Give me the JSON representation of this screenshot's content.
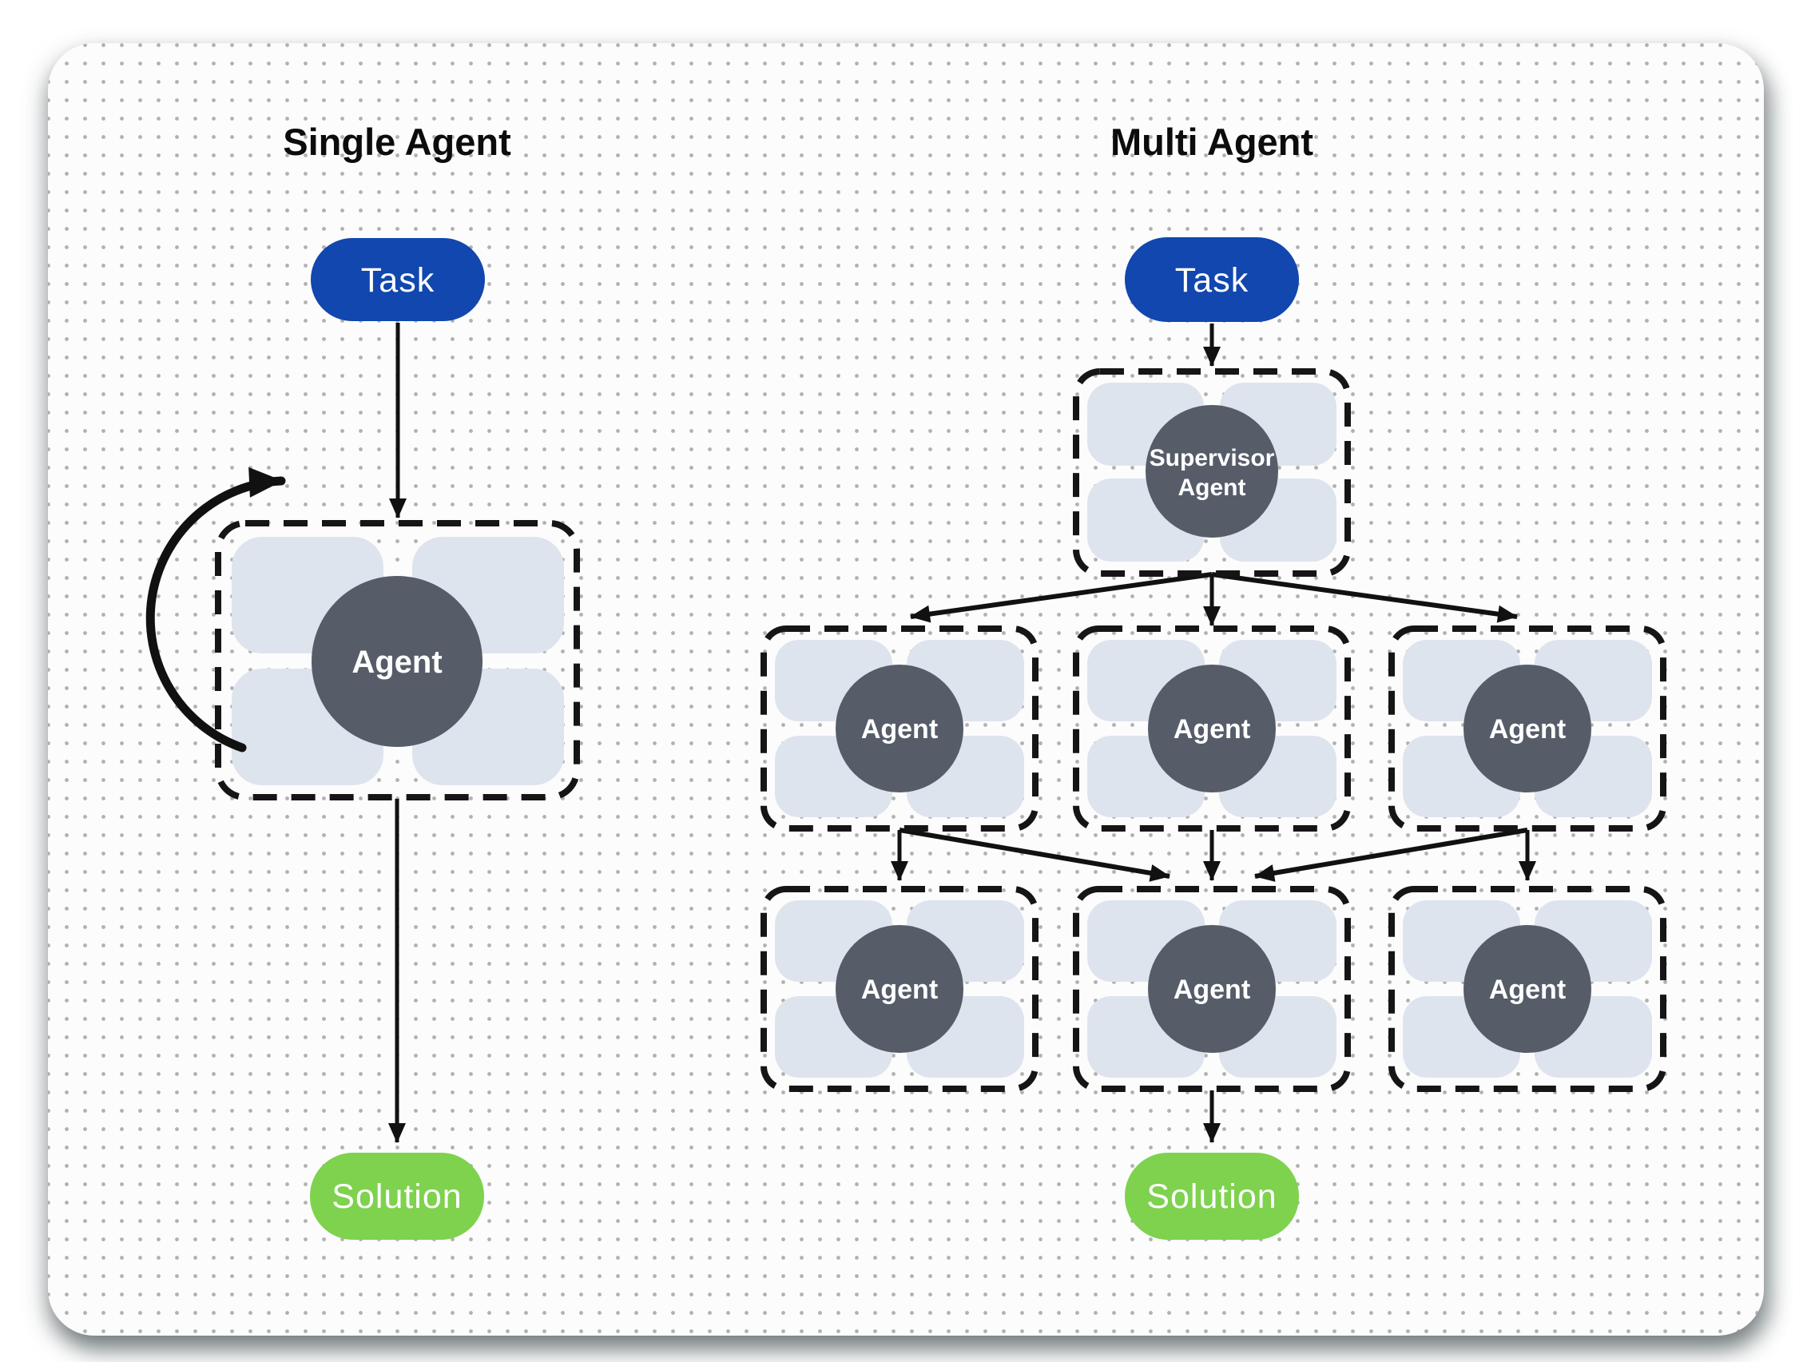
{
  "diagram": {
    "left_panel": {
      "title": "Single Agent",
      "task": {
        "label": "Task"
      },
      "agent": {
        "label": "Agent"
      },
      "solution": {
        "label": "Solution"
      },
      "edges": [
        {
          "from": "task",
          "to": "agent"
        },
        {
          "from": "agent",
          "to": "agent",
          "type": "self-loop"
        },
        {
          "from": "agent",
          "to": "solution"
        }
      ]
    },
    "right_panel": {
      "title": "Multi Agent",
      "task": {
        "label": "Task"
      },
      "supervisor": {
        "label_line1": "Supervisor",
        "label_line2": "Agent"
      },
      "workers_row1": [
        {
          "label": "Agent"
        },
        {
          "label": "Agent"
        },
        {
          "label": "Agent"
        }
      ],
      "workers_row2": [
        {
          "label": "Agent"
        },
        {
          "label": "Agent"
        },
        {
          "label": "Agent"
        }
      ],
      "solution": {
        "label": "Solution"
      },
      "edges": [
        {
          "from": "task",
          "to": "supervisor"
        },
        {
          "from": "supervisor",
          "to": "worker-row1-left"
        },
        {
          "from": "supervisor",
          "to": "worker-row1-middle"
        },
        {
          "from": "supervisor",
          "to": "worker-row1-right"
        },
        {
          "from": "worker-row1-left",
          "to": "worker-row2-left"
        },
        {
          "from": "worker-row1-left",
          "to": "worker-row2-middle"
        },
        {
          "from": "worker-row1-middle",
          "to": "worker-row2-middle"
        },
        {
          "from": "worker-row1-right",
          "to": "worker-row2-middle"
        },
        {
          "from": "worker-row1-right",
          "to": "worker-row2-right"
        },
        {
          "from": "worker-row2-middle",
          "to": "solution"
        }
      ]
    },
    "colors": {
      "task_fill": "#1147ae",
      "solution_fill": "#7ed24e",
      "agent_circle": "#565d69",
      "tool_tile": "#dee4ed",
      "edge_line": "#111111",
      "dashed_border": "#151515",
      "canvas": "#fcfcfc"
    }
  }
}
